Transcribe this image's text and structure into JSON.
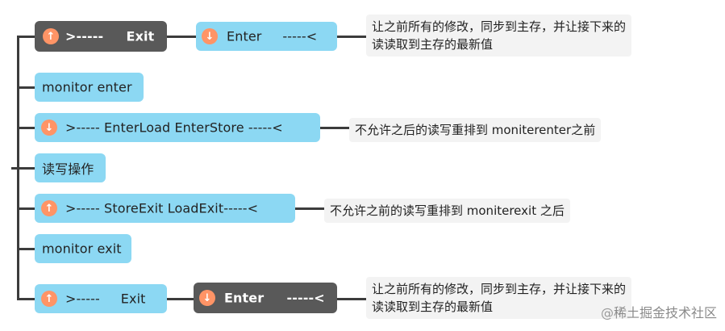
{
  "diagram": {
    "rows": [
      {
        "node": {
          "badge": "up",
          "text": ">-----     Exit"
        },
        "child": {
          "badge": "down",
          "text": "Enter     -----<"
        },
        "note": "让之前所有的修改，同步到主存，并让接下来的\n读读取到主存的最新值"
      },
      {
        "node": {
          "text": "monitor enter"
        }
      },
      {
        "node": {
          "badge": "down",
          "text": ">----- EnterLoad EnterStore -----<"
        },
        "note": "不允许之后的读写重排到 moniterenter之前"
      },
      {
        "node": {
          "text": "读写操作"
        }
      },
      {
        "node": {
          "badge": "up",
          "text": ">----- StoreExit LoadExit-----<"
        },
        "note": "不允许之前的读写重排到 moniterexit 之后"
      },
      {
        "node": {
          "text": "monitor exit"
        }
      },
      {
        "node": {
          "badge": "up",
          "text": ">-----     Exit"
        },
        "child": {
          "badge": "down",
          "text": "Enter     -----<"
        },
        "note": "让之前所有的修改，同步到主存，并让接下来的\n读读取到主存的最新值"
      }
    ]
  },
  "watermark": {
    "at": "@",
    "text": "稀土掘金技术社区"
  },
  "colors": {
    "node_blue": "#8cd8f3",
    "node_dark": "#595959",
    "badge": "#ff9466",
    "note_bg": "#f3f3f3",
    "line": "#3c3c3c"
  }
}
